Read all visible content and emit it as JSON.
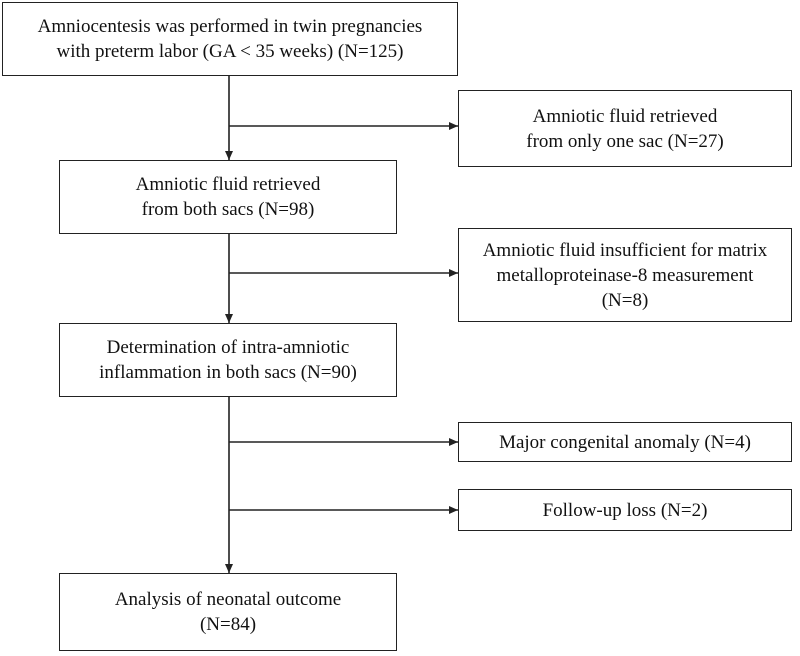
{
  "flow": {
    "n1": [
      "Amniocentesis was performed in twin pregnancies",
      "with preterm labor (GA < 35 weeks) (N=125)"
    ],
    "n2": [
      "Amniotic fluid retrieved",
      "from both sacs (N=98)"
    ],
    "n3": [
      "Determination of intra-amniotic",
      "inflammation in both sacs (N=90)"
    ],
    "n4": [
      "Analysis of neonatal outcome",
      "(N=84)"
    ]
  },
  "exclusions": {
    "e1": [
      "Amniotic fluid retrieved",
      "from only one sac (N=27)"
    ],
    "e2": [
      "Amniotic fluid insufficient for matrix",
      "metalloproteinase-8 measurement",
      "(N=8)"
    ],
    "e3": [
      "Major congenital anomaly (N=4)"
    ],
    "e4": [
      "Follow-up loss (N=2)"
    ]
  }
}
